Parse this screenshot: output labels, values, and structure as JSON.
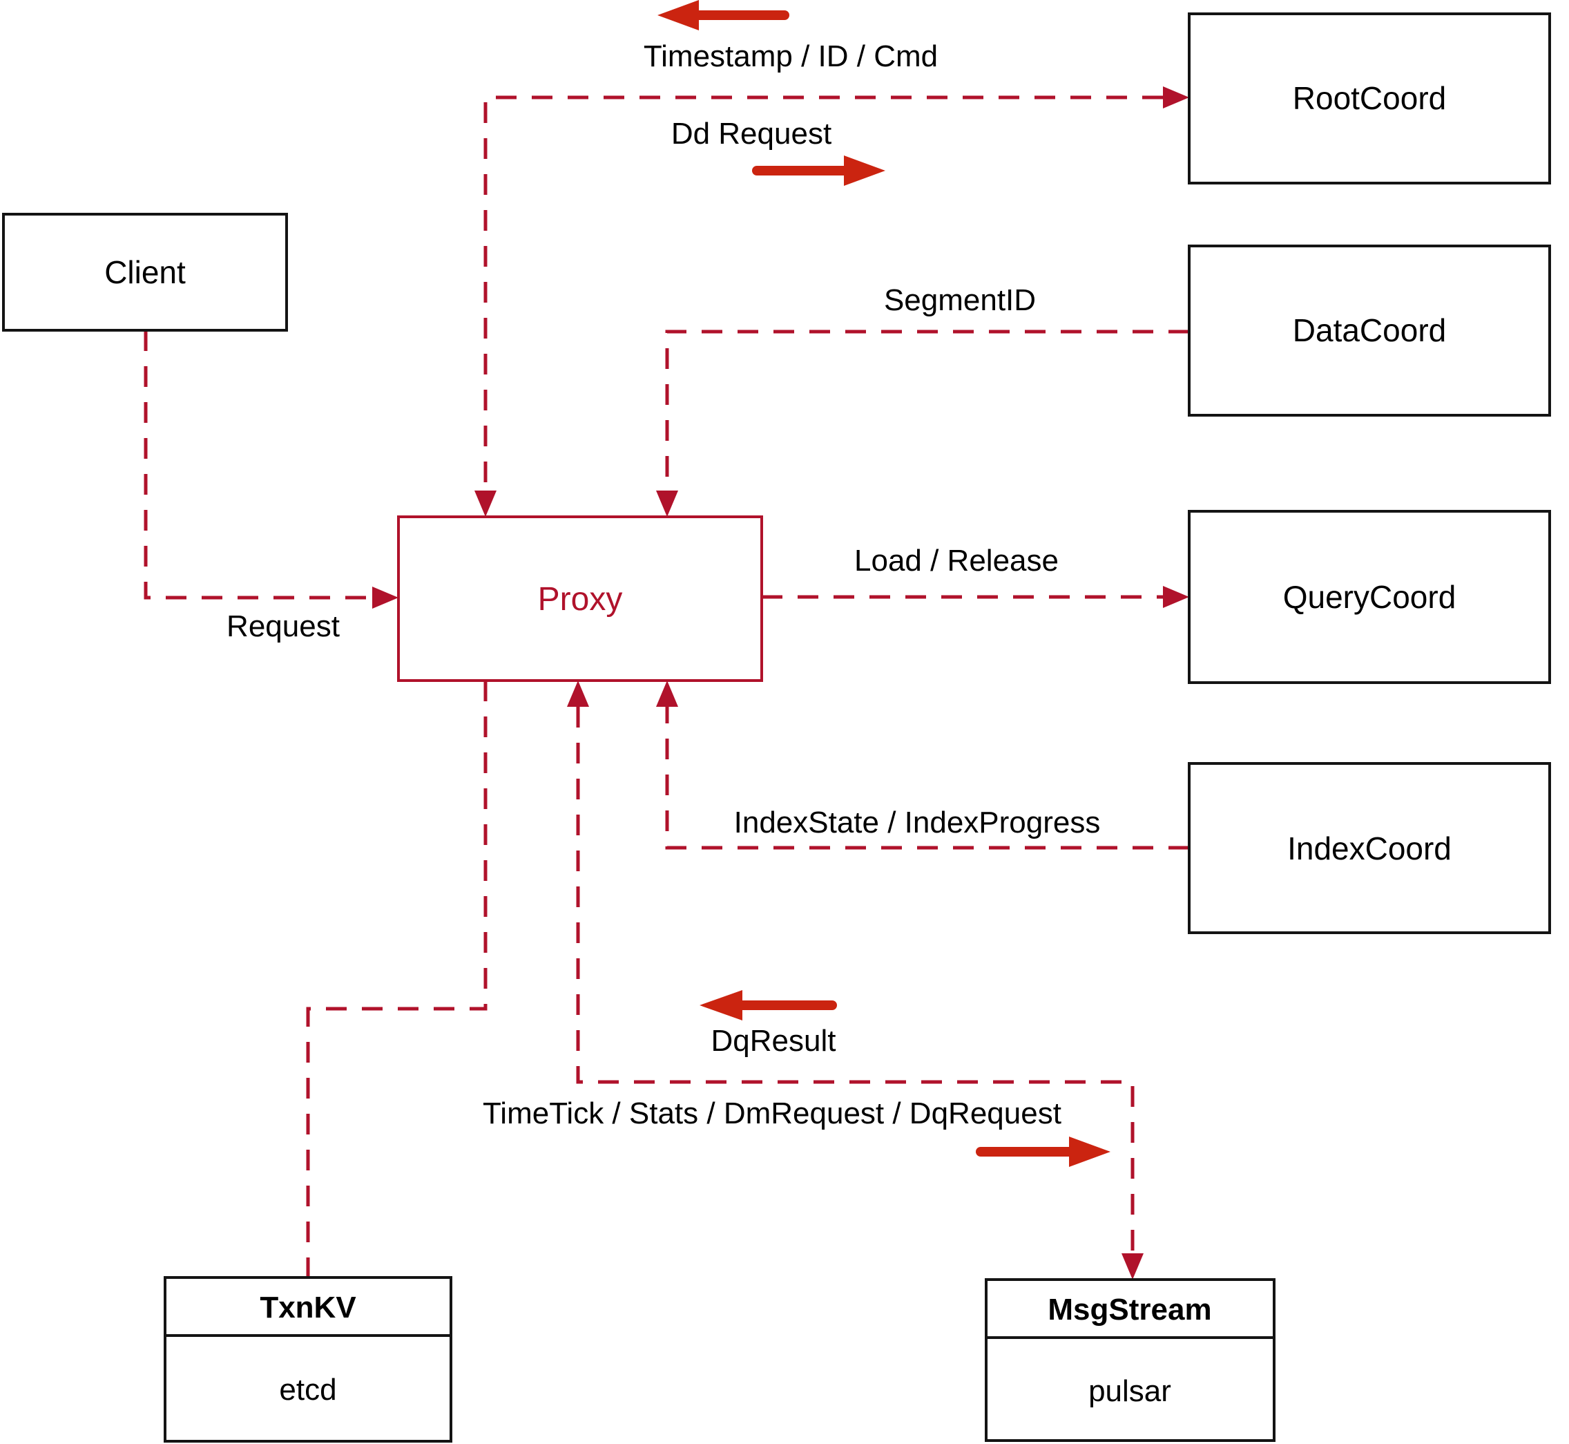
{
  "diagram": {
    "title_hint": "Milvus Proxy interaction diagram",
    "colors": {
      "dashed_line": "#B0122B",
      "direction_arrow": "#CB2410",
      "box_border": "#141414",
      "text": "#000000",
      "background": "#FFFFFF",
      "proxy_accent": "#B0122B"
    },
    "nodes": {
      "client": {
        "label": "Client"
      },
      "rootcoord": {
        "label": "RootCoord"
      },
      "datacoord": {
        "label": "DataCoord"
      },
      "querycoord": {
        "label": "QueryCoord"
      },
      "indexcoord": {
        "label": "IndexCoord"
      },
      "proxy": {
        "label": "Proxy"
      },
      "txnkv": {
        "title": "TxnKV",
        "subtitle": "etcd"
      },
      "msgstream": {
        "title": "MsgStream",
        "subtitle": "pulsar"
      }
    },
    "edges": {
      "client_to_proxy": {
        "label": "Request"
      },
      "proxy_rootcoord": {
        "to_proxy_label": "Timestamp / ID / Cmd",
        "to_rootcoord_label": "Dd Request"
      },
      "datacoord_to_proxy": {
        "label": "SegmentID"
      },
      "proxy_to_querycoord": {
        "label": "Load / Release"
      },
      "indexcoord_to_proxy": {
        "label": "IndexState / IndexProgress"
      },
      "proxy_msgstream": {
        "to_proxy_label": "DqResult",
        "to_msgstream_label": "TimeTick / Stats / DmRequest / DqRequest"
      },
      "proxy_txnkv": {
        "label": ""
      }
    }
  }
}
